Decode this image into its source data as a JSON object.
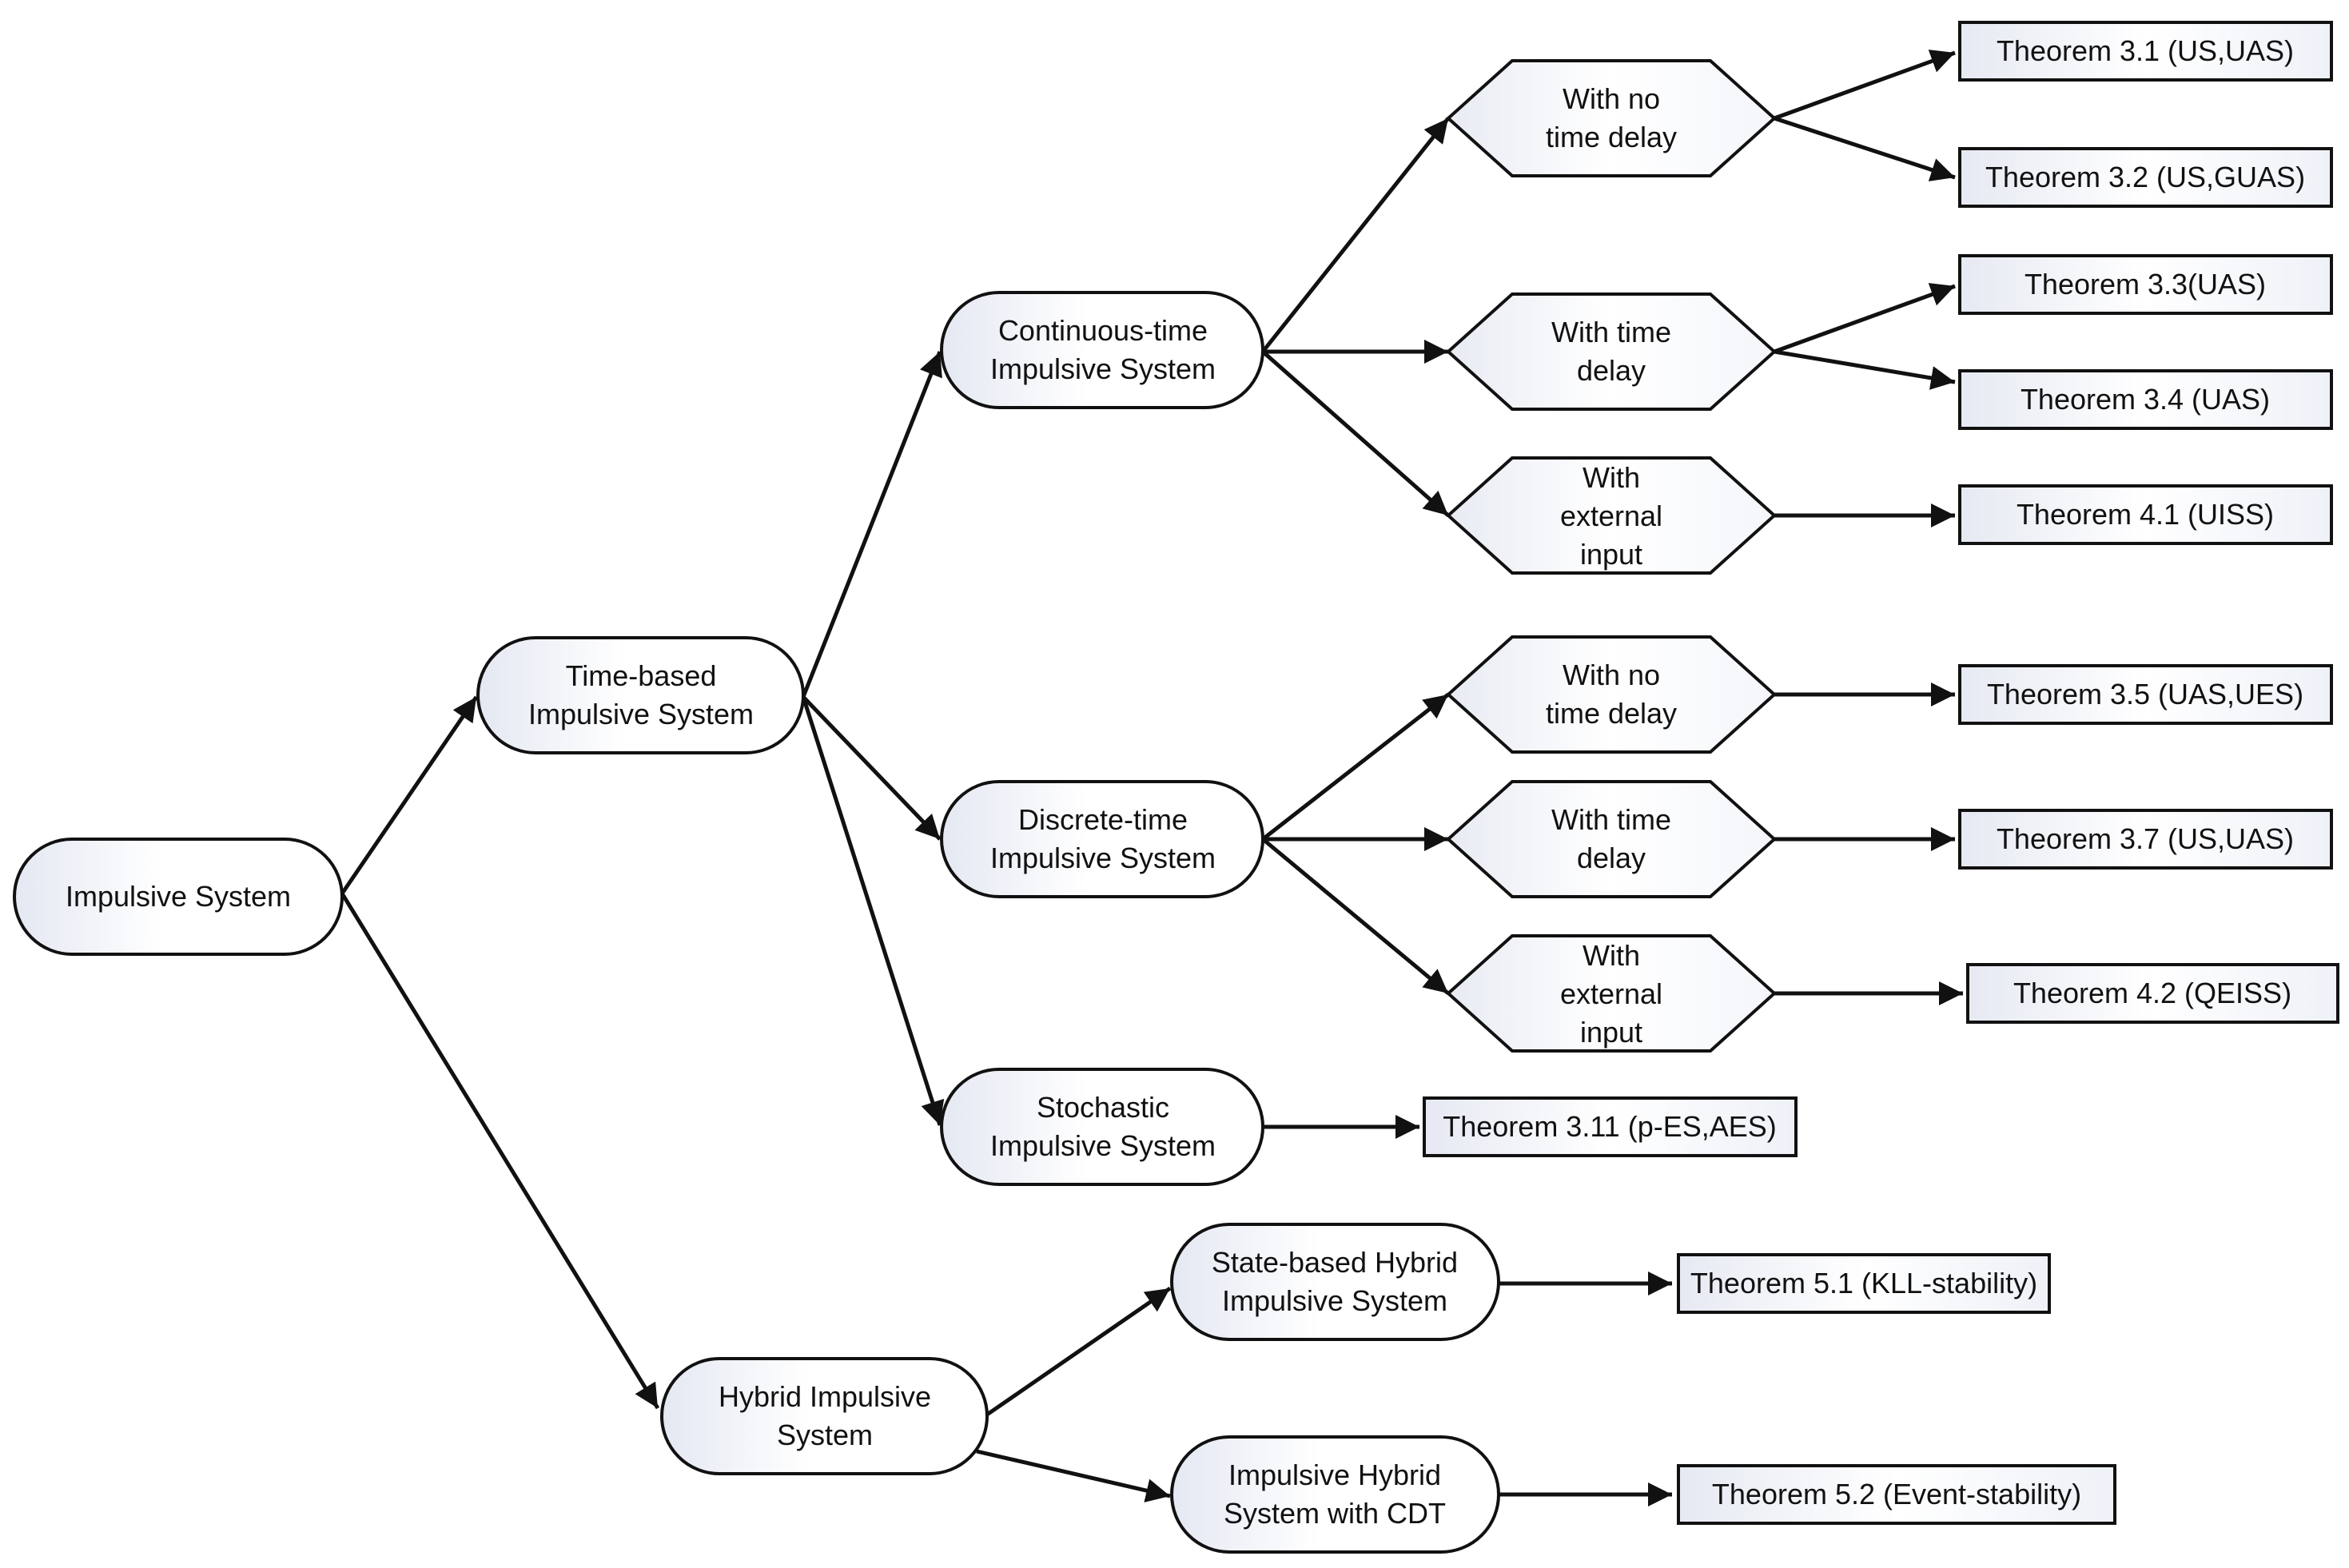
{
  "nodes": {
    "impulsive_system": {
      "lines": [
        "Impulsive System"
      ]
    },
    "time_based": {
      "lines": [
        "Time-based",
        "Impulsive System"
      ]
    },
    "hybrid_impulsive": {
      "lines": [
        "Hybrid Impulsive",
        "System"
      ]
    },
    "continuous_time": {
      "lines": [
        "Continuous-time",
        "Impulsive System"
      ]
    },
    "discrete_time": {
      "lines": [
        "Discrete-time",
        "Impulsive System"
      ]
    },
    "stochastic": {
      "lines": [
        "Stochastic",
        "Impulsive System"
      ]
    },
    "state_based_hybrid": {
      "lines": [
        "State-based Hybrid",
        "Impulsive System"
      ]
    },
    "impulsive_hybrid_cdt": {
      "lines": [
        "Impulsive Hybrid",
        "System with CDT"
      ]
    },
    "ct_no_delay": {
      "lines": [
        "With no",
        "time delay"
      ]
    },
    "ct_time_delay": {
      "lines": [
        "With time",
        "delay"
      ]
    },
    "ct_external_input": {
      "lines": [
        "With",
        "external",
        "input"
      ]
    },
    "dt_no_delay": {
      "lines": [
        "With no",
        "time delay"
      ]
    },
    "dt_time_delay": {
      "lines": [
        "With time",
        "delay"
      ]
    },
    "dt_external_input": {
      "lines": [
        "With",
        "external",
        "input"
      ]
    }
  },
  "theorems": {
    "t31": "Theorem 3.1 (US,UAS)",
    "t32": "Theorem 3.2 (US,GUAS)",
    "t33": "Theorem 3.3(UAS)",
    "t34": "Theorem 3.4 (UAS)",
    "t41": "Theorem 4.1 (UISS)",
    "t35": "Theorem 3.5 (UAS,UES)",
    "t37": "Theorem 3.7 (US,UAS)",
    "t42": "Theorem 4.2 (QEISS)",
    "t311": "Theorem 3.11 (p-ES,AES)",
    "t51": "Theorem 5.1 (KLL-stability)",
    "t52": "Theorem 5.2 (Event-stability)"
  },
  "colors": {
    "fill_gradient_light": "#ffffff",
    "fill_gradient_dark": "#e4e8f2",
    "stroke": "#111111"
  }
}
